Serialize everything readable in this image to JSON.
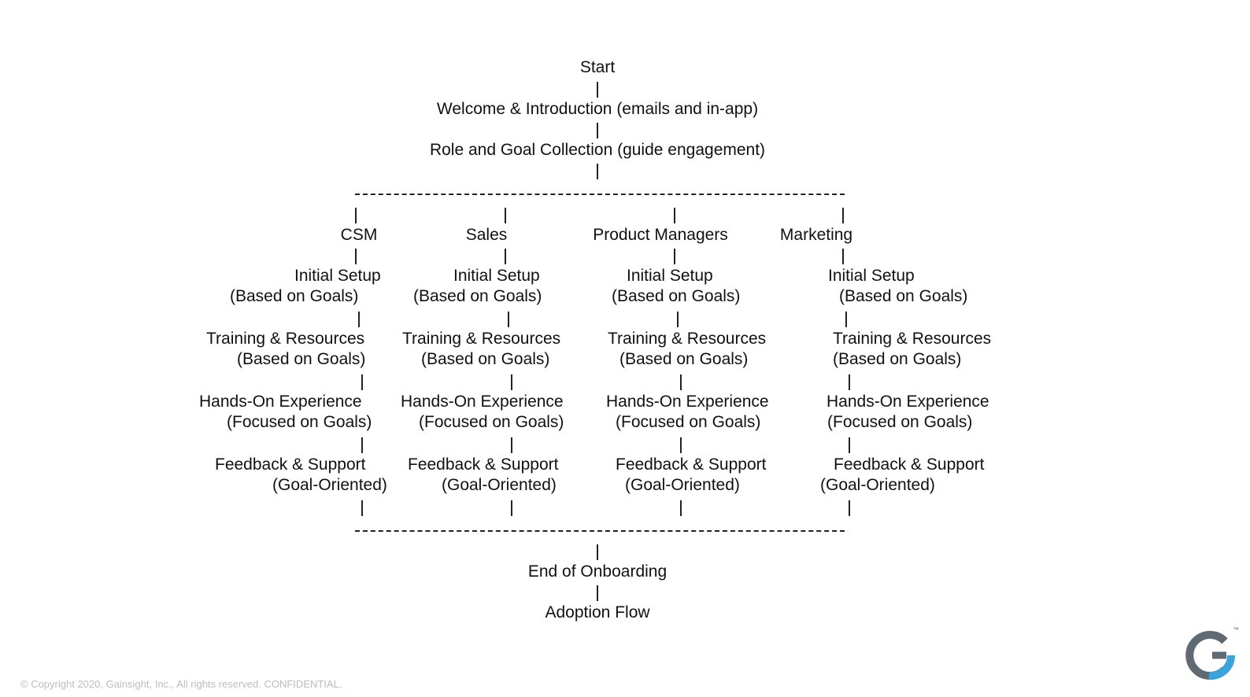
{
  "flow": {
    "start": "Start",
    "welcome": "Welcome & Introduction (emails and in-app)",
    "role_goal": "Role and Goal Collection (guide engagement)",
    "end": "End of Onboarding",
    "adoption": "Adoption Flow"
  },
  "roles": [
    {
      "name": "CSM",
      "setup": [
        "Initial Setup",
        "(Based on Goals)"
      ],
      "training": [
        "Training & Resources",
        "(Based on Goals)"
      ],
      "hands_on": [
        "Hands-On Experience",
        "(Focused on Goals)"
      ],
      "feedback": [
        "Feedback & Support",
        "(Goal-Oriented)"
      ]
    },
    {
      "name": "Sales",
      "setup": [
        "Initial Setup",
        "(Based on Goals)"
      ],
      "training": [
        "Training & Resources",
        "(Based on Goals)"
      ],
      "hands_on": [
        "Hands-On Experience",
        "(Focused on Goals)"
      ],
      "feedback": [
        "Feedback & Support",
        "(Goal-Oriented)"
      ]
    },
    {
      "name": "Product Managers",
      "setup": [
        "Initial Setup",
        "(Based on Goals)"
      ],
      "training": [
        "Training & Resources",
        "(Based on Goals)"
      ],
      "hands_on": [
        "Hands-On Experience",
        "(Focused on Goals)"
      ],
      "feedback": [
        "Feedback & Support",
        "(Goal-Oriented)"
      ]
    },
    {
      "name": "Marketing",
      "setup": [
        "Initial Setup",
        "(Based on Goals)"
      ],
      "training": [
        "Training & Resources",
        "(Based on Goals)"
      ],
      "hands_on": [
        "Hands-On Experience",
        "(Focused on Goals)"
      ],
      "feedback": [
        "Feedback & Support",
        "(Goal-Oriented)"
      ]
    }
  ],
  "footer": {
    "copyright": "© Copyright 2020, Gainsight, Inc., All rights reserved. CONFIDENTIAL.",
    "logo_letter": "G",
    "logo_tm": "™"
  },
  "colors": {
    "text": "#111111",
    "copyright": "#bdbdbd",
    "logo_gray": "#5f6a72",
    "logo_blue": "#3aa3dc"
  }
}
